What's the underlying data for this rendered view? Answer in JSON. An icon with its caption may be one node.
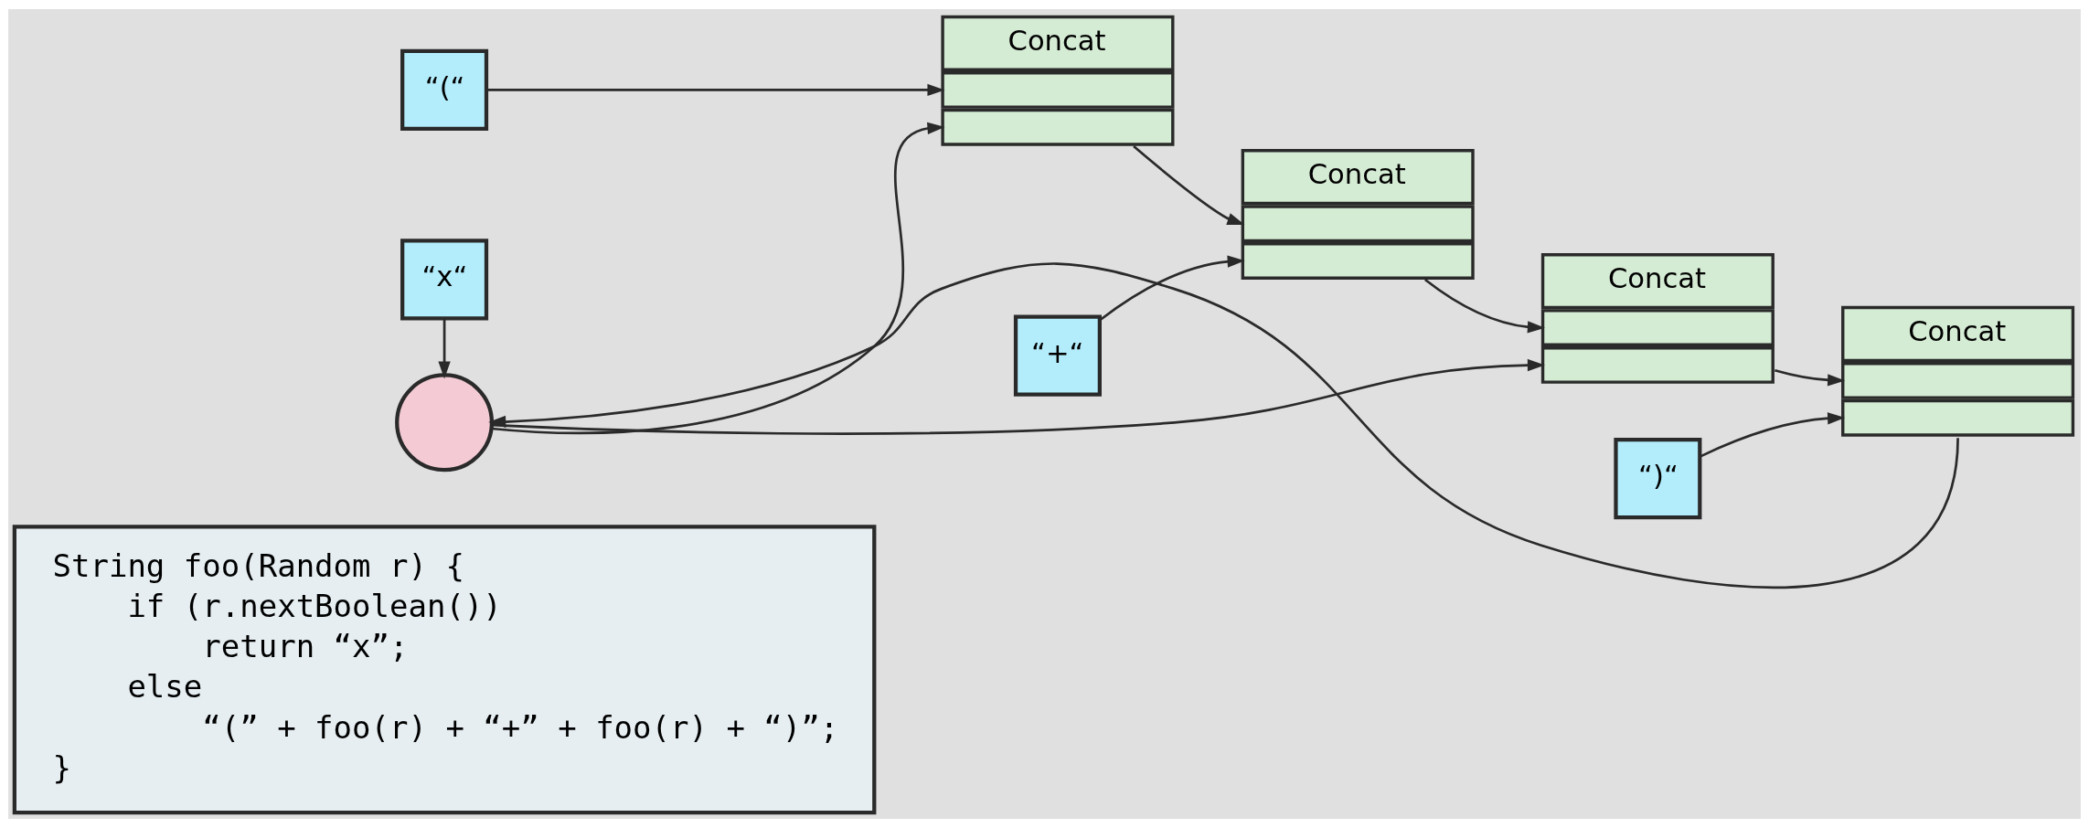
{
  "diagram": {
    "nodes": [
      {
        "text": [
          "String foo(Random r) {",
          "if (r.nextBoolean())",
          "return “x”;",
          "else",
          "“(” + foo(r) + “+” + foo(r) + “)”;",
          "}"
        ]
      },
      {
        "text": [
          "“(“"
        ]
      },
      {
        "text": [
          "Concat"
        ]
      },
      {
        "text": [
          "“+“"
        ]
      },
      {
        "text": [
          "Concat"
        ]
      },
      {
        "text": [
          "Concat"
        ]
      },
      {
        "text": [
          "“)“"
        ]
      },
      {
        "text": [
          "Concat"
        ]
      },
      {
        "text": [
          "“x“"
        ]
      },
      {
        "text": [],
        "shape": "circle"
      }
    ],
    "edges": [
      {
        "from": 1,
        "to": 2,
        "arrow": "to"
      },
      {
        "from": 9,
        "to": 2,
        "arrow": "to"
      },
      {
        "from": 2,
        "to": 4,
        "arrow": "to"
      },
      {
        "from": 3,
        "to": 4,
        "arrow": "to"
      },
      {
        "from": 4,
        "to": 5,
        "arrow": "to"
      },
      {
        "from": 9,
        "to": 5,
        "arrow": "to"
      },
      {
        "from": 5,
        "to": 7,
        "arrow": "to"
      },
      {
        "from": 6,
        "to": 7,
        "arrow": "to"
      },
      {
        "from": 7,
        "to": 9,
        "arrow": "to"
      },
      {
        "from": 8,
        "to": 9,
        "arrow": "to"
      }
    ]
  }
}
